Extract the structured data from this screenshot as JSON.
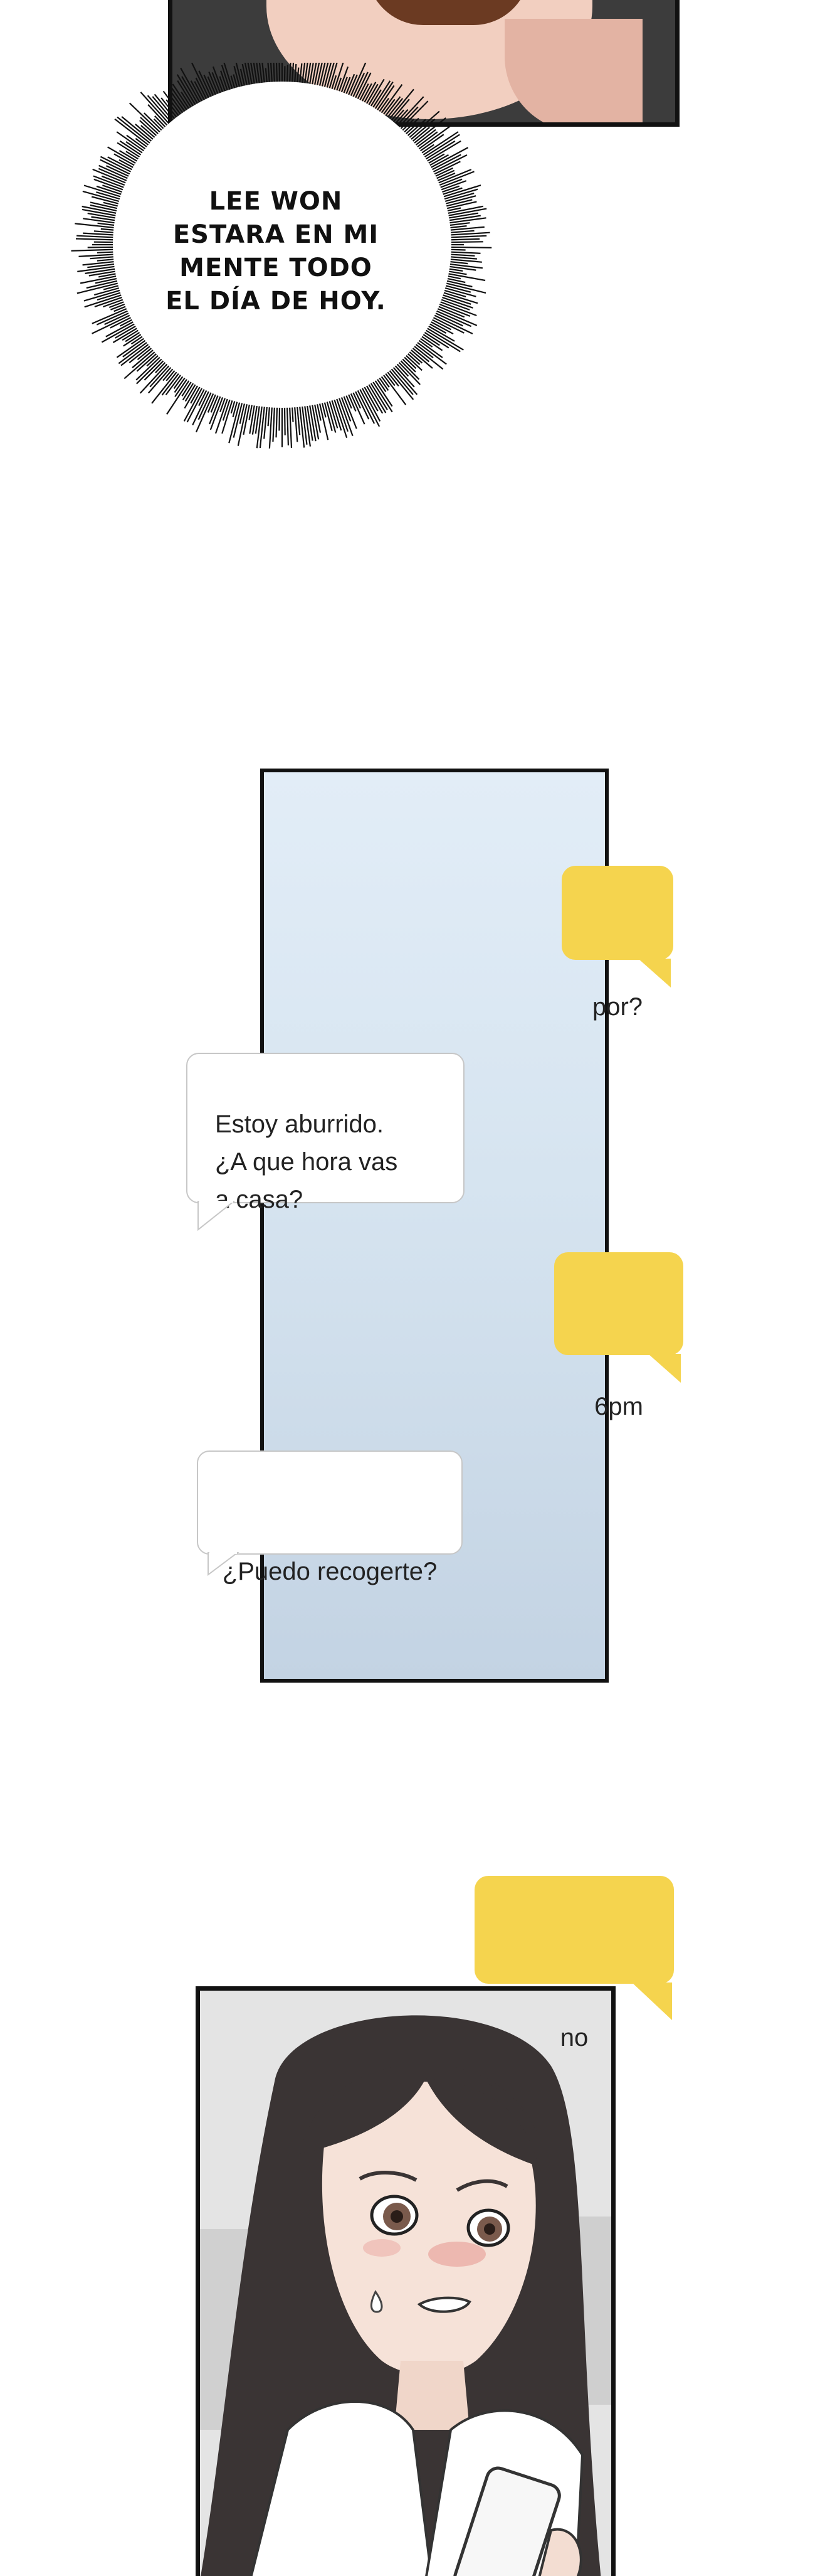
{
  "thought": {
    "text": "LEE WON\nESTARA EN MI\nMENTE TODO\nEL DÍA DE HOY."
  },
  "chat": {
    "messages": [
      {
        "side": "right",
        "color": "yellow",
        "text": "por?"
      },
      {
        "side": "left",
        "color": "white",
        "text": "Estoy aburrido.\n¿A que hora vas\na casa?"
      },
      {
        "side": "right",
        "color": "yellow",
        "text": "6pm"
      },
      {
        "side": "left",
        "color": "white",
        "text": "¿Puedo recogerte?"
      },
      {
        "side": "right",
        "color": "yellow",
        "text": "no"
      }
    ]
  },
  "colors": {
    "reply_bubble": "#f5d44e",
    "incoming_bubble": "#ffffff",
    "phone_screen_top": "#e2edf7",
    "phone_screen_bottom": "#c3d3e3",
    "panel_border": "#111111"
  }
}
